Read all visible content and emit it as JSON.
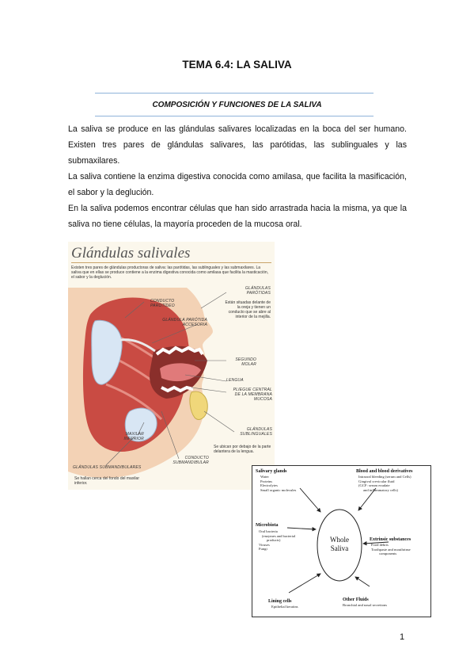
{
  "heading": {
    "title": "TEMA 6.4: LA SALIVA",
    "subtitle": "COMPOSICIÓN Y FUNCIONES DE LA SALIVA"
  },
  "paragraphs": [
    "La saliva se produce en las glándulas salivares localizadas en la boca del ser humano. Existen tres pares de glándulas salivares, las parótidas, las sublinguales y las submaxilares.",
    "La saliva contiene la enzima digestiva conocida como amilasa, que facilita la masificación, el sabor y la deglución.",
    "En la saliva podemos encontrar células que han sido arrastrada hacia la misma, ya que la saliva no tiene células, la mayoría proceden de la mucosa oral."
  ],
  "figure_glands": {
    "title": "Glándulas salivales",
    "intro": "Existen tres pares de glándulas productoras de saliva: las parótidas, las sublinguales y las submaxilares. La saliva que en ellas se produce contiene a la enzima digestiva conocida como amilasa que facilita la masticación, el sabor y la deglución.",
    "labels": {
      "glandulas_parotidas": "Glándulas parótidas",
      "parotidas_desc": "Están situadas delante de la oreja y tienen un conducto que se abre al interior de la mejilla.",
      "conducto_parotideo": "Conducto parotídeo",
      "glandula_parotida_accesoria": "Glándula parótida accesoria",
      "segundo_molar": "Segundo molar",
      "lengua": "Lengua",
      "pliegue": "Pliegue central de la membrana mucosa",
      "glandulas_sublinguales": "Glándulas sublinguales",
      "sublinguales_desc": "Se ubican por debajo de la parte delantera de la lengua.",
      "maxilar_inferior": "Maxilar inferior",
      "conducto_submandibular": "Conducto submandibular",
      "glandulas_submandibulares": "Glándulas submandibulares",
      "submandibulares_desc": "Se hallan cerca del fondo del maxilar inferior."
    }
  },
  "figure_diagram": {
    "center": "Whole Saliva",
    "salivary_glands": {
      "heading": "Salivary glands",
      "items": [
        "Water",
        "Proteins",
        "Electrolytes",
        "Small organic molecules"
      ]
    },
    "blood": {
      "heading": "Blood and blood derivatives",
      "items": [
        "Intraoral bleeding (serum and Cells)",
        "Gingival crevicular fluid",
        "(GCF: serum exudate",
        "and inflammatory cells)"
      ]
    },
    "microbiota": {
      "heading": "Microbiota",
      "items": [
        "Oral bacteria",
        "(enzymes and bacterial",
        "products)",
        "Viruses",
        "Fungi"
      ]
    },
    "extrinsic": {
      "heading": "Extrinsic substances",
      "items": [
        "Food debris",
        "Toothpaste and mouthrinse",
        "components"
      ]
    },
    "lining": {
      "heading": "Lining cells",
      "items": [
        "Epithelial keratins"
      ]
    },
    "other": {
      "heading": "Other Fluids",
      "items": [
        "Bronchial and nasal secretions"
      ]
    }
  },
  "page_number": "1"
}
